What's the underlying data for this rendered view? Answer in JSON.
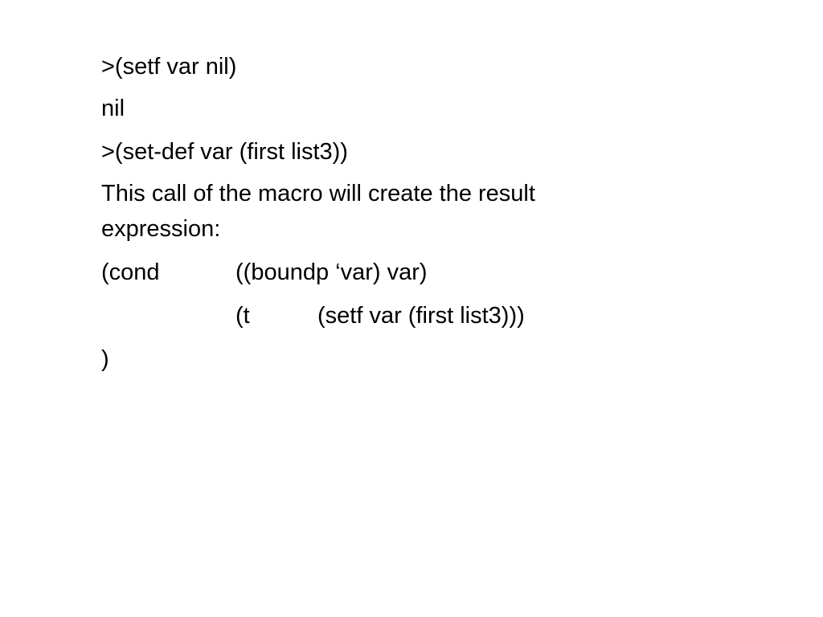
{
  "slide": {
    "lines": [
      ">(setf var nil)",
      "nil",
      ">(set-def var (first list3))",
      "This call of the macro will create the result",
      "expression:"
    ],
    "code": {
      "cond_keyword": "(cond",
      "clause1": "((boundp ‘var) var)",
      "clause2_head": "(t",
      "clause2_body": "(setf var (first list3)))",
      "closing": ")"
    }
  }
}
